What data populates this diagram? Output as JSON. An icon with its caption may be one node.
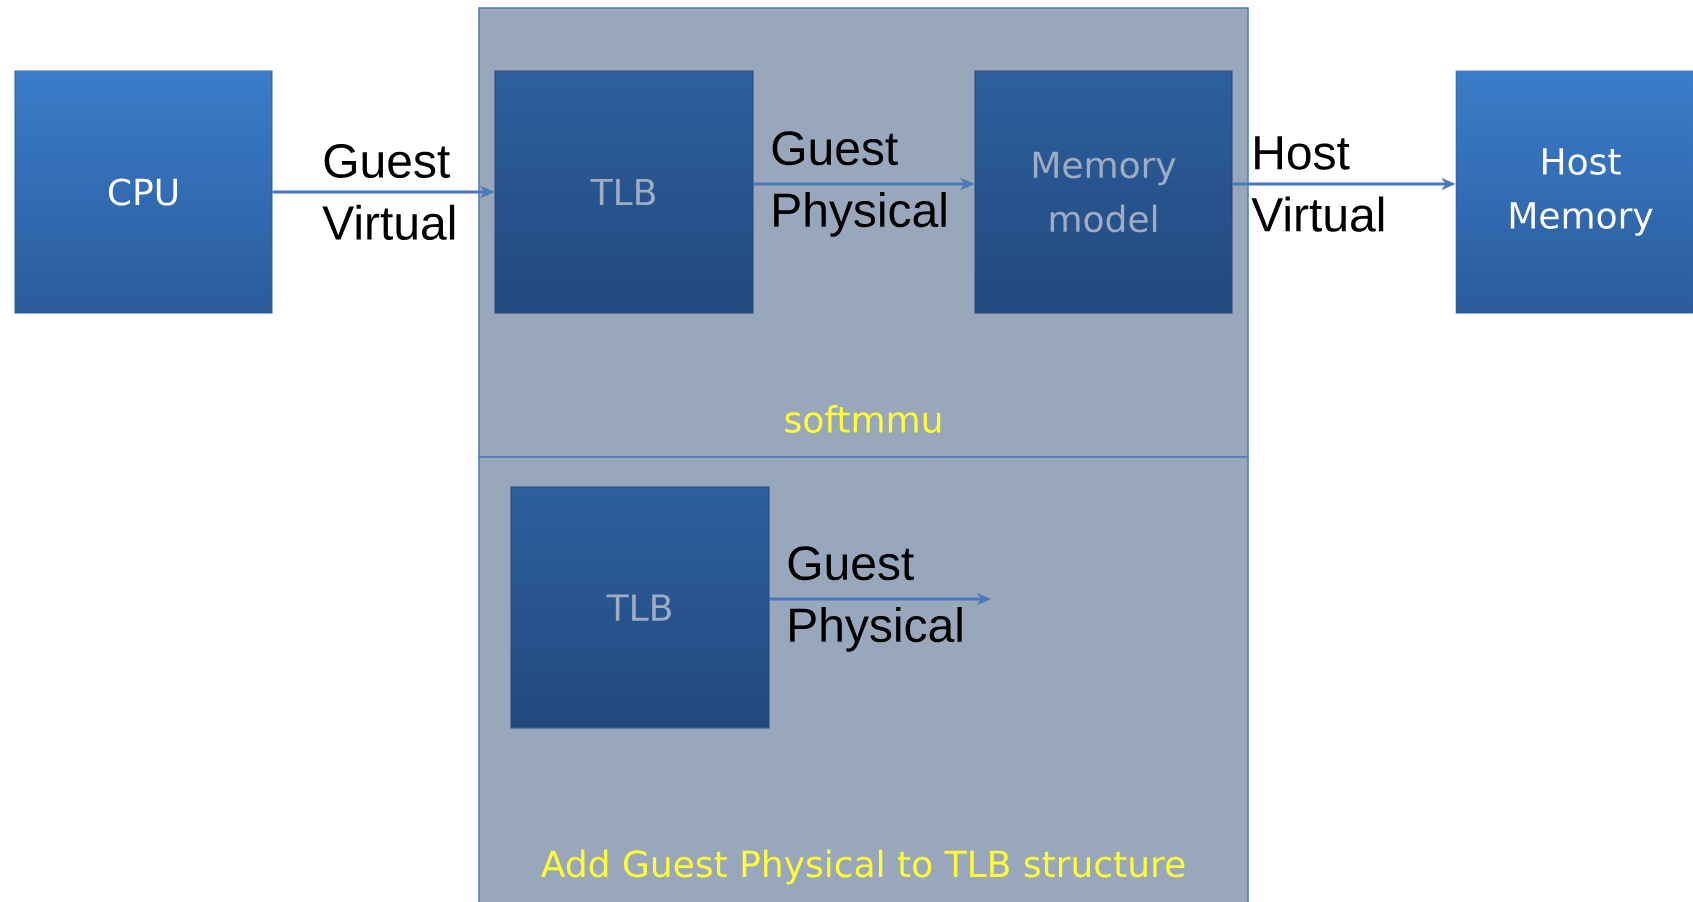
{
  "diagram": {
    "nodes": [
      {
        "text": [
          "softmmu"
        ]
      },
      {
        "text": [
          "Add Guest Physical to TLB structure"
        ]
      },
      {
        "text": [
          "CPU"
        ]
      },
      {
        "text": [
          "TLB"
        ],
        "in": 0
      },
      {
        "text": [
          "Memory model"
        ],
        "in": 0
      },
      {
        "text": [
          "Host Memory"
        ]
      },
      {
        "text": [
          "TLB"
        ],
        "in": 1
      }
    ],
    "edges": [
      {
        "from": 2,
        "to": 3,
        "arrow": "to",
        "label": "Guest Virtual"
      },
      {
        "from": 3,
        "to": 4,
        "arrow": "to",
        "label": "Guest Physical"
      },
      {
        "from": 4,
        "to": 5,
        "arrow": "to",
        "label": "Host Virtual"
      },
      {
        "from": 6,
        "to": null,
        "arrow": "to",
        "label": "Guest Physical"
      }
    ]
  }
}
